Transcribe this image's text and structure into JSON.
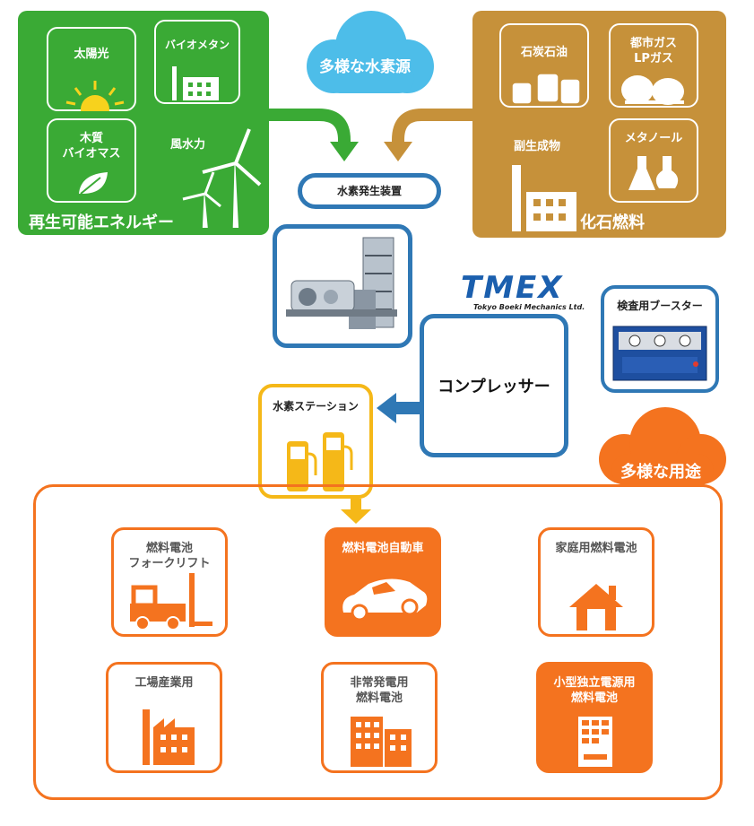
{
  "colors": {
    "green": "#3aaa35",
    "brown": "#c6913a",
    "blue": "#2f78b5",
    "orange": "#f4731f",
    "yellow": "#f5b818",
    "sky": "#4dbde9"
  },
  "renewable": {
    "panel_label": "再生可能エネルギー",
    "solar_label": "太陽光",
    "biomethane_label": "バイオメタン",
    "wood_line1": "木質",
    "wood_line2": "バイオマス",
    "wind_label": "風水力"
  },
  "fossil": {
    "panel_label": "化石燃料",
    "coal_label": "石炭石油",
    "gas_line1": "都市ガス",
    "gas_line2": "LPガス",
    "byproduct_label": "副生成物",
    "methanol_label": "メタノール"
  },
  "sources_cloud_label": "多様な水素源",
  "generator_label": "水素発生装置",
  "brand": {
    "logo_text": "TMEX",
    "subtitle": "Tokyo Boeki Mechanics Ltd."
  },
  "booster_label": "検査用ブースター",
  "compressor_label": "コンプレッサー",
  "station_label": "水素ステーション",
  "uses_cloud_label": "多様な用途",
  "uses": [
    {
      "line1": "燃料電池",
      "line2": "フォークリフト",
      "icon": "forklift-icon"
    },
    {
      "line1": "燃料電池自動車",
      "line2": "",
      "icon": "car-icon"
    },
    {
      "line1": "家庭用燃料電池",
      "line2": "",
      "icon": "house-icon"
    },
    {
      "line1": "工場産業用",
      "line2": "",
      "icon": "factory-icon"
    },
    {
      "line1": "非常発電用",
      "line2": "燃料電池",
      "icon": "building-icon"
    },
    {
      "line1": "小型独立電源用",
      "line2": "燃料電池",
      "icon": "vending-machine-icon"
    }
  ]
}
